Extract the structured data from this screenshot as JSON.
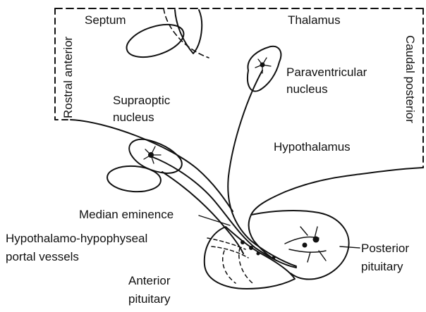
{
  "diagram": {
    "labels": {
      "septum": "Septum",
      "thalamus": "Thalamus",
      "rostral_anterior": "Rostral anterior",
      "caudal_posterior": "Caudal posterior",
      "paraventricular_1": "Paraventricular",
      "paraventricular_2": "nucleus",
      "supraoptic_1": "Supraoptic",
      "supraoptic_2": "nucleus",
      "hypothalamus": "Hypothalamus",
      "median_eminence": "Median eminence",
      "portal_1": "Hypothalamo-hypophyseal",
      "portal_2": "portal vessels",
      "anterior_1": "Anterior",
      "anterior_2": "pituitary",
      "posterior_1": "Posterior",
      "posterior_2": "pituitary"
    }
  }
}
